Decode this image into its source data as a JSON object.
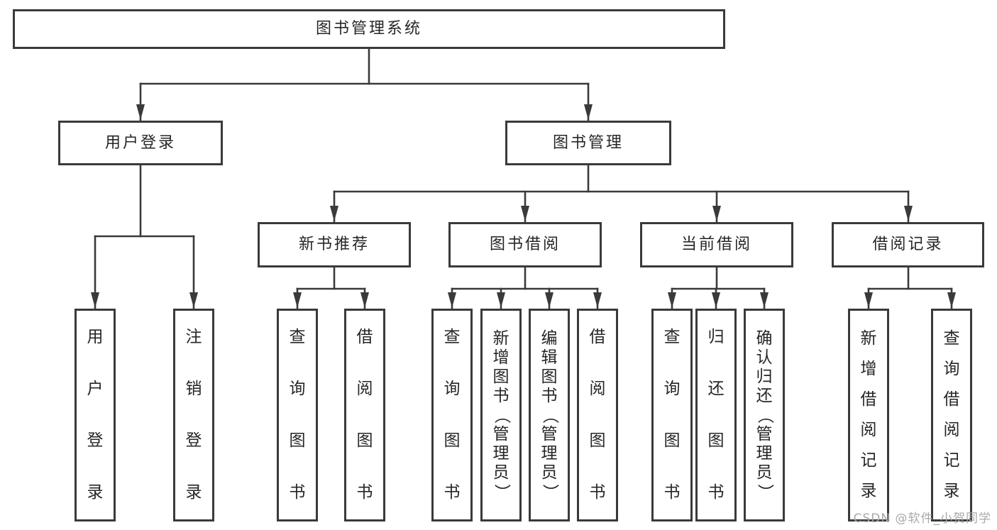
{
  "diagram": {
    "root": {
      "label": "图书管理系统"
    },
    "level2": [
      {
        "label": "用户登录"
      },
      {
        "label": "图书管理"
      }
    ],
    "level3": [
      {
        "label": "新书推荐"
      },
      {
        "label": "图书借阅"
      },
      {
        "label": "当前借阅"
      },
      {
        "label": "借阅记录"
      }
    ],
    "leaves": [
      {
        "label": "用户登录"
      },
      {
        "label": "注销登录"
      },
      {
        "label": "查询图书"
      },
      {
        "label": "借阅图书"
      },
      {
        "label": "查询图书"
      },
      {
        "label": "新增图书（管理员）"
      },
      {
        "label": "编辑图书（管理员）"
      },
      {
        "label": "借阅图书"
      },
      {
        "label": "查询图书"
      },
      {
        "label": "归还图书"
      },
      {
        "label": "确认归还（管理员）"
      },
      {
        "label": "新增借阅记录"
      },
      {
        "label": "查询借阅记录"
      }
    ],
    "colors": {
      "line": "#3a3a3a",
      "text": "#262626",
      "bg": "#ffffff",
      "watermark": "#a9a9a9"
    }
  },
  "watermark": {
    "text": "CSDN @软件_小贺同学"
  }
}
